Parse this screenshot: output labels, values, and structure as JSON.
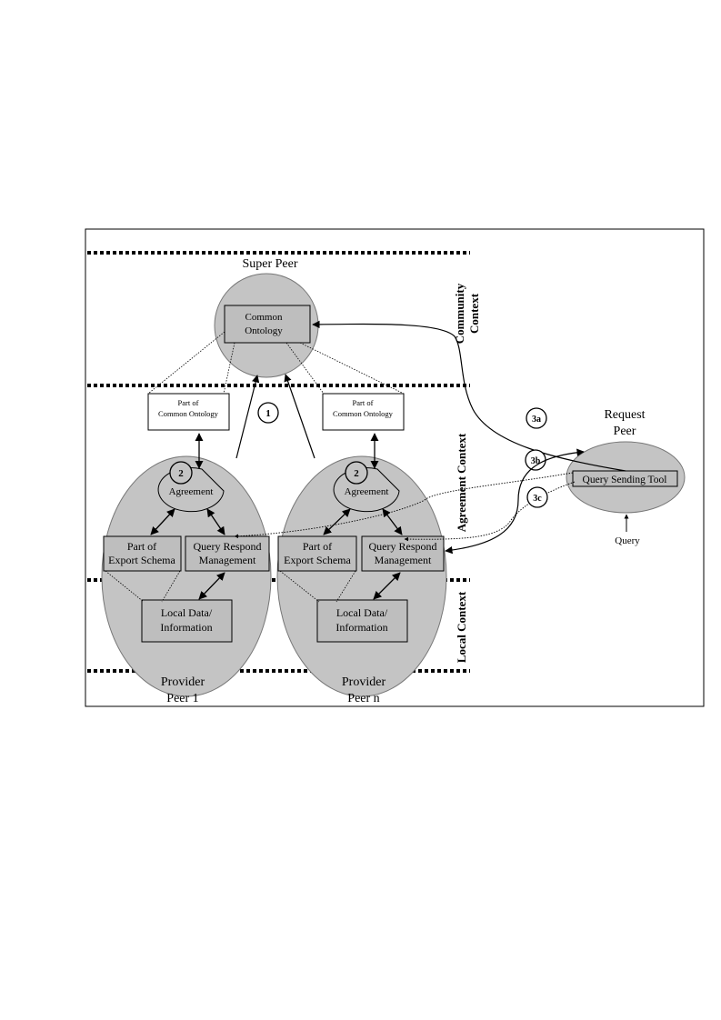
{
  "super_peer": {
    "title": "Super Peer",
    "ontology_line1": "Common",
    "ontology_line2": "Ontology"
  },
  "contexts": {
    "community_line1": "Community",
    "community_line2": "Context",
    "agreement": "Agreement Context",
    "local": "Local Context"
  },
  "part_common_ontology": {
    "line1": "Part of",
    "line2": "Common Ontology"
  },
  "provider_peer": {
    "agreement": "Agreement",
    "export_line1": "Part of",
    "export_line2": "Export Schema",
    "query_respond_line1": "Query Respond",
    "query_respond_line2": "Management",
    "local_data_line1": "Local Data/",
    "local_data_line2": "Information"
  },
  "provider_1": {
    "line1": "Provider",
    "line2": "Peer 1"
  },
  "provider_n": {
    "line1": "Provider",
    "line2": "Peer n"
  },
  "request_peer": {
    "line1": "Request",
    "line2": "Peer",
    "tool": "Query Sending Tool",
    "query": "Query"
  },
  "steps": {
    "s1": "1",
    "s2": "2",
    "s3a": "3a",
    "s3b": "3b",
    "s3c": "3c"
  },
  "colors": {
    "ellipse_fill": "#c4c4c4",
    "box_fill": "#bebebe",
    "line": "#000000"
  }
}
